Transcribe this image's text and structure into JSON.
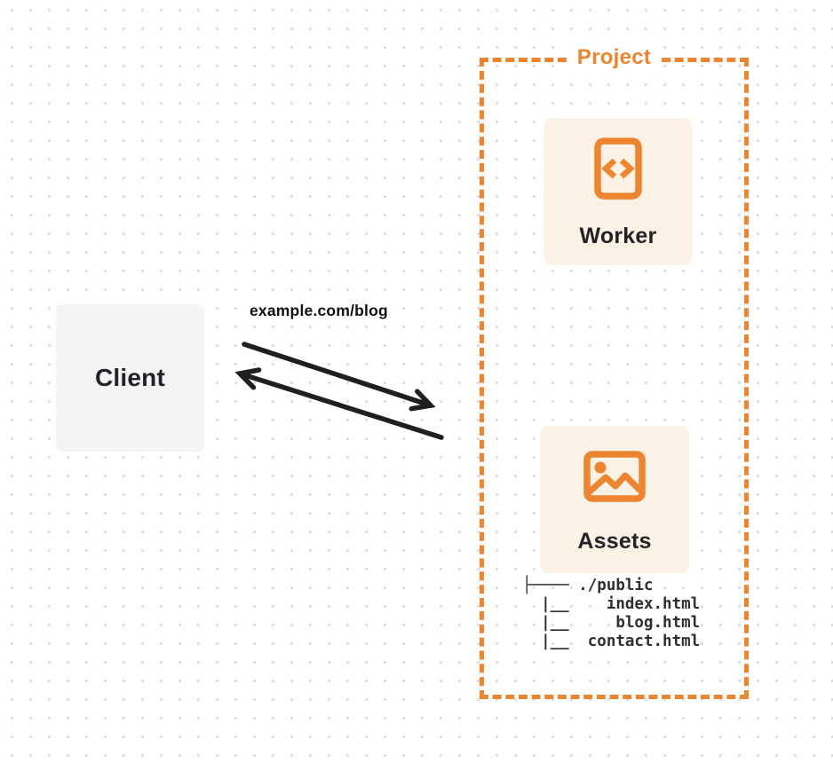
{
  "colors": {
    "accent": "#ED8430",
    "card_bg": "#FBF1E4",
    "client_bg": "#F4F4F6",
    "arrow": "#1F1F1F",
    "dot": "#DBDBDE"
  },
  "client": {
    "label": "Client"
  },
  "request": {
    "label": "example.com/blog"
  },
  "project": {
    "label": "Project",
    "worker": {
      "label": "Worker",
      "icon": "code-file-icon"
    },
    "assets": {
      "label": "Assets",
      "icon": "image-picture-icon",
      "file_tree": "├──── ./public\n  |__    index.html\n  |__     blog.html\n  |__  contact.html"
    }
  }
}
